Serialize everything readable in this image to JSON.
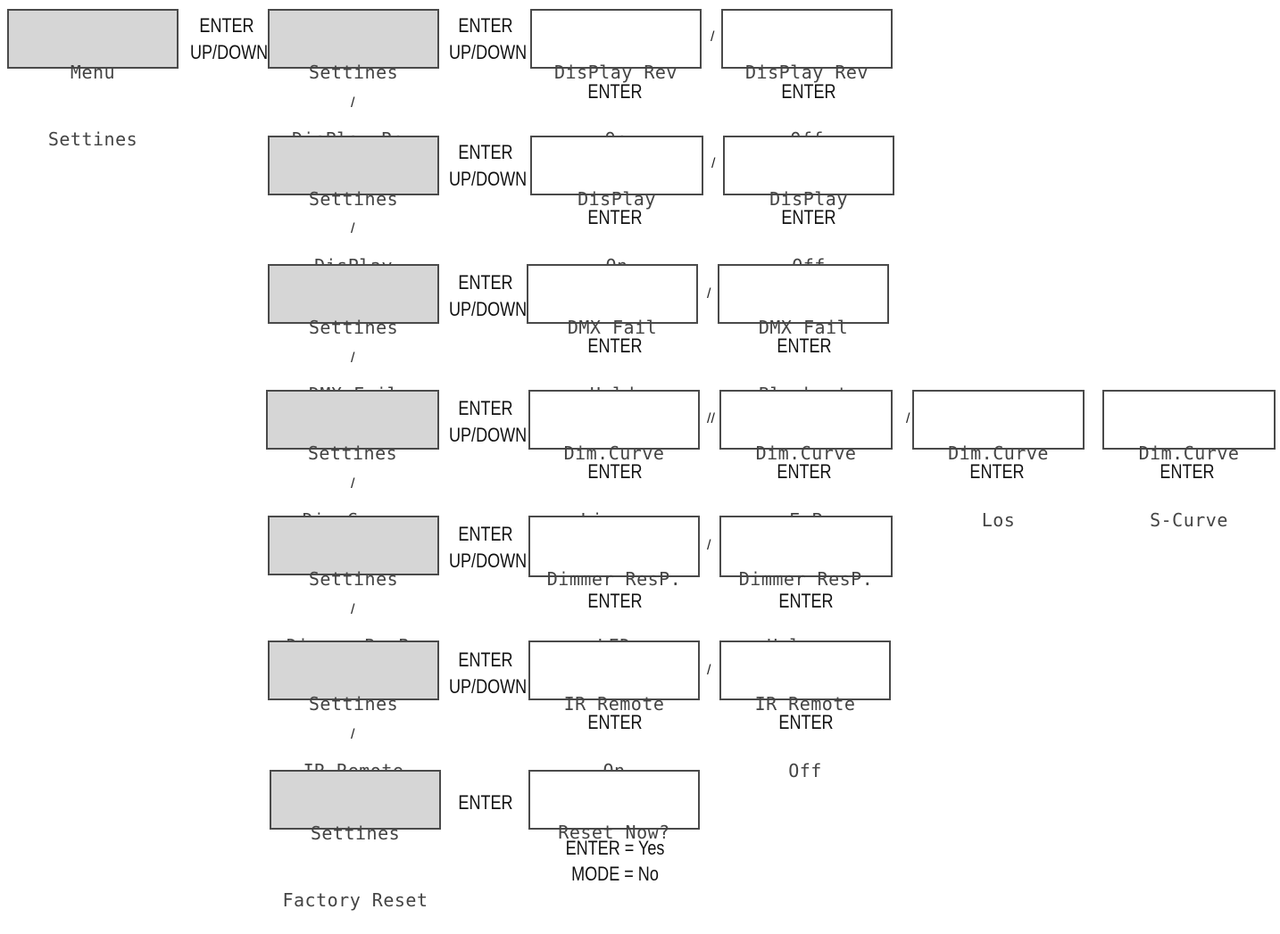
{
  "keys": {
    "enter": "ENTER",
    "updown": "UP/DOWN",
    "sep": "/",
    "sep_double": "//",
    "enter_yes": "ENTER = Yes",
    "mode_no": "MODE = No"
  },
  "root": {
    "line1": "Menu",
    "line2": "Settines"
  },
  "rows": [
    {
      "menu": {
        "line1": "Settines",
        "line2": "DisPlay Rev"
      },
      "options": [
        {
          "line1": "DisPlay Rev",
          "line2": "On"
        },
        {
          "line1": "DisPlay Rev",
          "line2": "Off"
        }
      ]
    },
    {
      "menu": {
        "line1": "Settines",
        "line2": "DisPlay"
      },
      "options": [
        {
          "line1": "DisPlay",
          "line2": "On"
        },
        {
          "line1": "DisPlay",
          "line2": "Off"
        }
      ]
    },
    {
      "menu": {
        "line1": "Settines",
        "line2": "DMX Fail"
      },
      "options": [
        {
          "line1": "DMX Fail",
          "line2": "Hold"
        },
        {
          "line1": "DMX Fail",
          "line2": "Blackout"
        }
      ]
    },
    {
      "menu": {
        "line1": "Settines",
        "line2": "Dim.Curve"
      },
      "options": [
        {
          "line1": "Dim.Curve",
          "line2": "Linear"
        },
        {
          "line1": "Dim.Curve",
          "line2": "ExP"
        },
        {
          "line1": "Dim.Curve",
          "line2": "Los"
        },
        {
          "line1": "Dim.Curve",
          "line2": "S-Curve"
        }
      ]
    },
    {
      "menu": {
        "line1": "Settines",
        "line2": "Dimmer ResP."
      },
      "options": [
        {
          "line1": "Dimmer ResP.",
          "line2": "LED"
        },
        {
          "line1": "Dimmer ResP.",
          "line2": "Halosen"
        }
      ]
    },
    {
      "menu": {
        "line1": "Settines",
        "line2": "IR Remote"
      },
      "options": [
        {
          "line1": "IR Remote",
          "line2": "On"
        },
        {
          "line1": "IR Remote",
          "line2": "Off"
        }
      ]
    },
    {
      "menu": {
        "line1": "Settines",
        "line2": "Factory Reset"
      },
      "options": [
        {
          "line1": "Reset Now?",
          "line2": ""
        }
      ]
    }
  ]
}
